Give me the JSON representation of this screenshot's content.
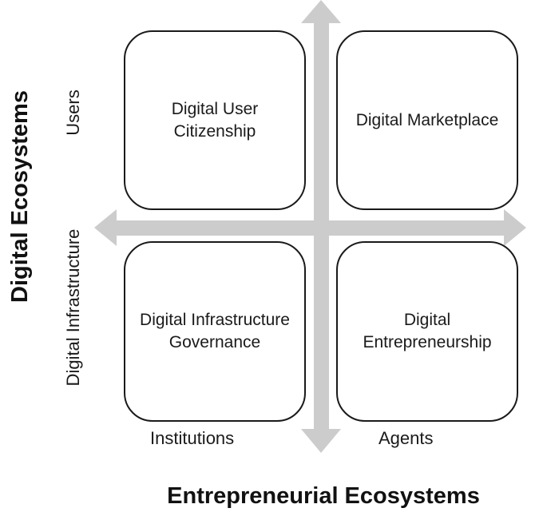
{
  "colors": {
    "arrow": "#cccccc",
    "box_border": "#1a1a1a",
    "text": "#1a1a1a"
  },
  "axes": {
    "x_title": "Entrepreneurial Ecosystems",
    "y_title": "Digital Ecosystems",
    "x_left_label": "Institutions",
    "x_right_label": "Agents",
    "y_top_label": "Users",
    "y_bottom_label": "Digital Infrastructure"
  },
  "quadrants": {
    "top_left": "Digital User Citizenship",
    "top_right": "Digital Marketplace",
    "bottom_left": "Digital Infrastructure Governance",
    "bottom_right": "Digital Entrepreneurship"
  }
}
